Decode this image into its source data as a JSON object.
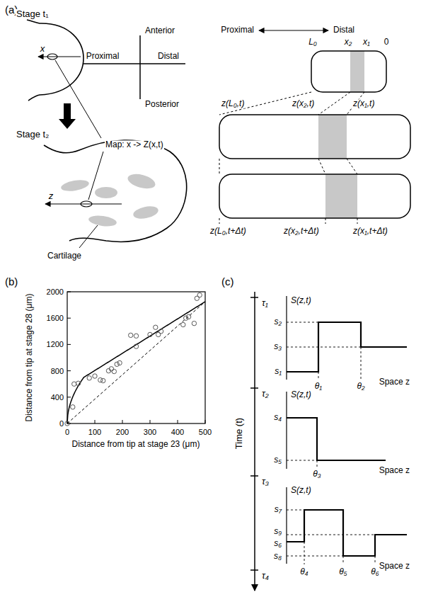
{
  "diagram": {
    "labels": [
      "(a)",
      "Stage t₁",
      "Anterior",
      "Proximal",
      "Distal",
      "Posterior",
      "x",
      "Map: x -> Z(x,t)",
      "Stage t₂",
      "z",
      "Cartilage",
      "Proximal",
      "Distal",
      "L₀",
      "x₂",
      "x₁",
      "0",
      "z(L₀,t)",
      "z(x₂,t)",
      "z(x₁,t)",
      "z(L₀,t+Δt)",
      "z(x₂,t+Δt)",
      "z(x₁,t+Δt)",
      "(b)",
      "2000",
      "1600",
      "1200",
      "800",
      "400",
      "0",
      "0",
      "100",
      "200",
      "300",
      "400",
      "500",
      "Distance from tip at stage 28 (μm)",
      "Distance from tip at stage 23 (μm)",
      "(c)",
      "τ₁",
      "τ₂",
      "τ₃",
      "τ₄",
      "Time (t)",
      "S(z,t)",
      "s₂",
      "s₃",
      "s₁",
      "θ₁",
      "θ₂",
      "Space z",
      "S(z,t)",
      "s₄",
      "s₅",
      "θ₃",
      "Space z",
      "S(z,t)",
      "s₇",
      "s₉",
      "s₆",
      "s₈",
      "θ₄",
      "θ₅",
      "θ₆",
      "Space z"
    ]
  }
}
